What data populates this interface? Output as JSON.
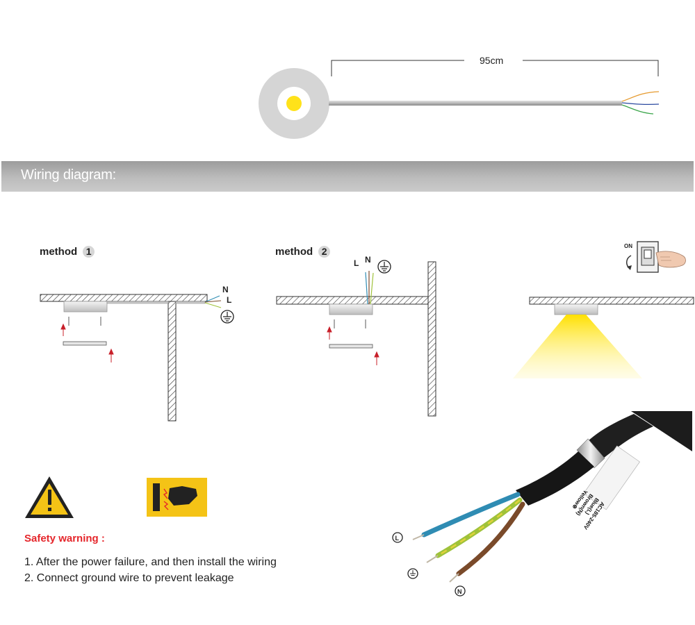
{
  "dimension": {
    "length_label": "95cm"
  },
  "banner": {
    "title": "Wiring diagram:"
  },
  "methods": [
    {
      "label": "method",
      "number": "1"
    },
    {
      "label": "method",
      "number": "2"
    }
  ],
  "wire_letters": {
    "neutral": "N",
    "live": "L"
  },
  "switch": {
    "on_label": "ON"
  },
  "cable_label": {
    "line1": "AC185-240V",
    "line2": "Blue(L)",
    "line3": "Brown(N)",
    "line4": "Yellow⊕"
  },
  "safety": {
    "title": "Safety warning :",
    "lines": [
      "1. After the power failure, and then install the wiring",
      "2. Connect  ground wire to prevent leakage"
    ]
  },
  "colors": {
    "banner": "#b4b4b4",
    "led": "#ffe21a",
    "warning_red": "#e5262b",
    "warning_yellow": "#f4c316",
    "wire_blue": "#2f8cb3",
    "wire_brown": "#7a4a2a",
    "wire_green_yellow": "#9fc23a",
    "arrow_red": "#c8202a"
  }
}
